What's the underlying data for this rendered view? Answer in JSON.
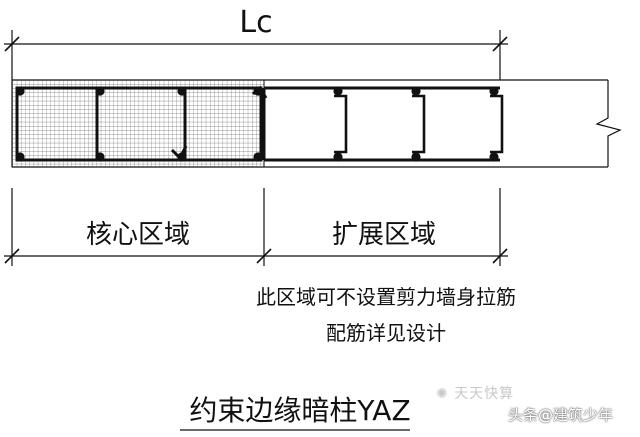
{
  "dimension_label": "Lc",
  "zones": {
    "core": "核心区域",
    "extension": "扩展区域"
  },
  "note_lines": [
    "此区域可不设置剪力墙身拉筋",
    "配筋详见设计"
  ],
  "caption": "约束边缘暗柱YAZ",
  "watermark": {
    "faint": "天天快算",
    "source": "头条",
    "at": "@",
    "author": "建筑少年"
  }
}
